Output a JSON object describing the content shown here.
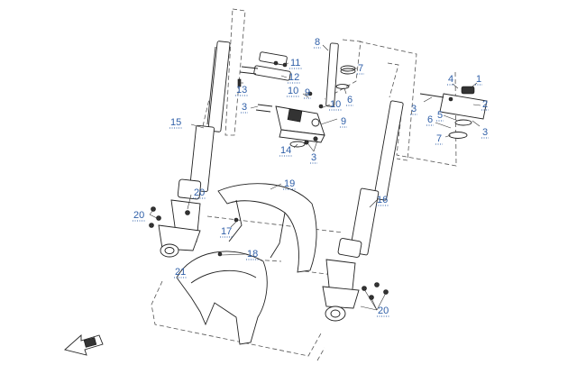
{
  "diagram": {
    "labels": {
      "l1": "1",
      "l2": "2",
      "l3a": "3",
      "l3b": "3",
      "l3c": "3",
      "l3d": "3",
      "l4": "4",
      "l5": "5",
      "l6a": "6",
      "l6b": "6",
      "l7a": "7",
      "l7b": "7",
      "l8": "8",
      "l9a": "9",
      "l9b": "9",
      "l10a": "10",
      "l10b": "10",
      "l11": "11",
      "l12": "12",
      "l13": "13",
      "l14": "14",
      "l15": "15",
      "l16": "16",
      "l17": "17",
      "l18": "18",
      "l19": "19",
      "l20a": "20",
      "l20b": "20",
      "l20c": "20",
      "l21": "21"
    }
  }
}
